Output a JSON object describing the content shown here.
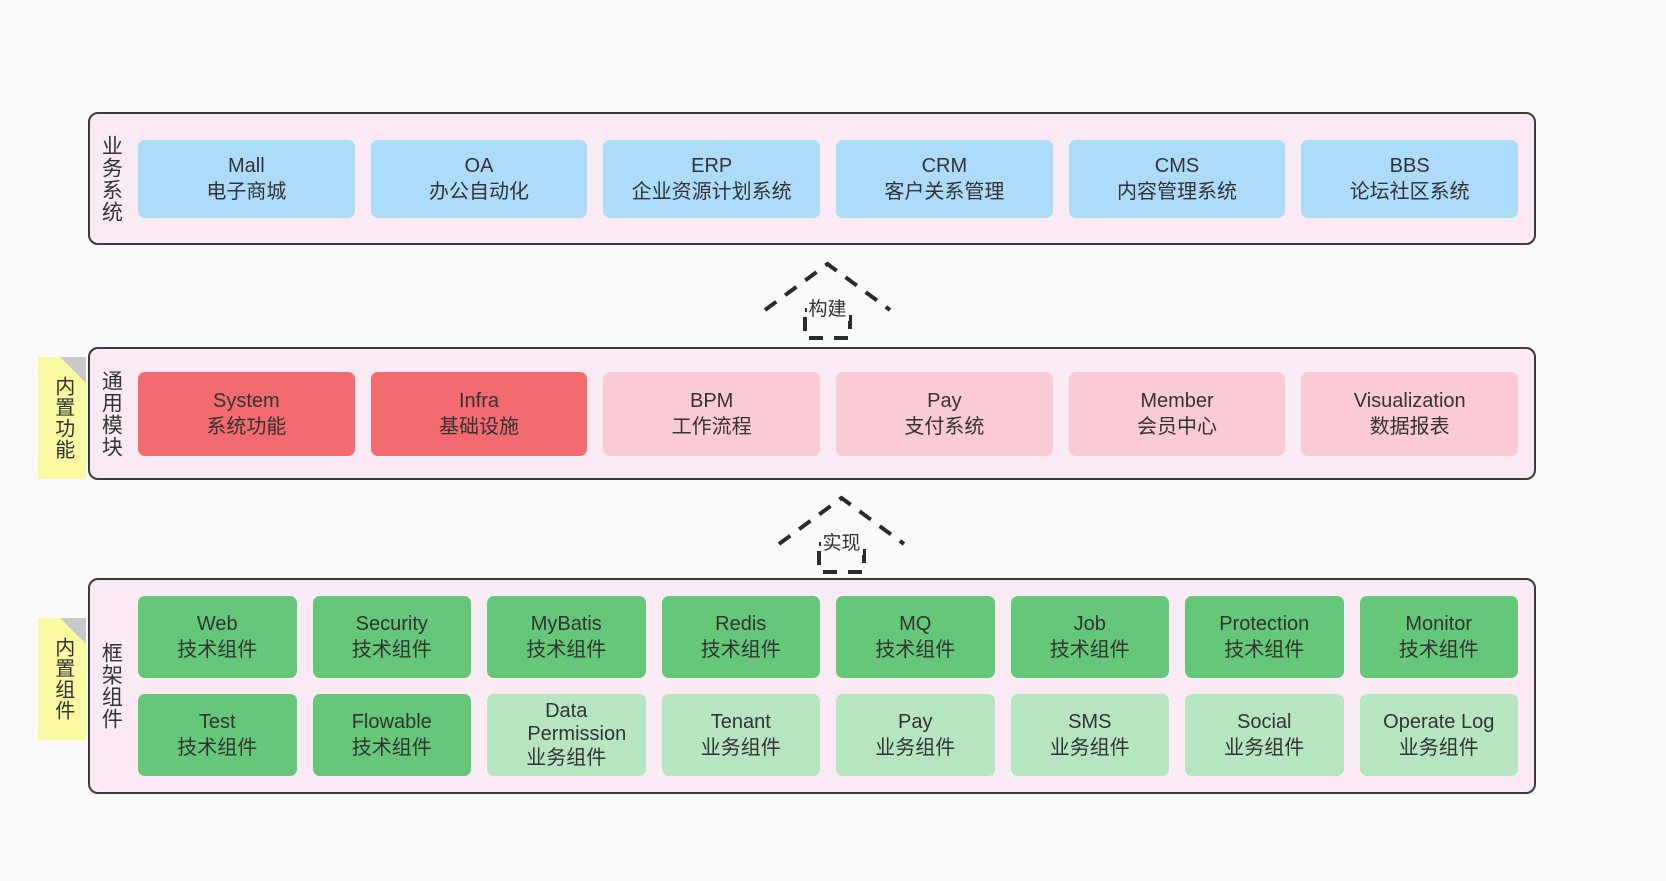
{
  "diagram": {
    "background_color": "#fafafa",
    "container_fill": "#faeaf4",
    "container_border": "#3b3b3b"
  },
  "layers": [
    {
      "key": "business",
      "title": "业务系统",
      "card_color": "#ADDCFB",
      "rows": [
        [
          {
            "en": "Mall",
            "cn": "电子商城",
            "style": "blue"
          },
          {
            "en": "OA",
            "cn": "办公自动化",
            "style": "blue"
          },
          {
            "en": "ERP",
            "cn": "企业资源计划系统",
            "style": "blue"
          },
          {
            "en": "CRM",
            "cn": "客户关系管理",
            "style": "blue"
          },
          {
            "en": "CMS",
            "cn": "内容管理系统",
            "style": "blue"
          },
          {
            "en": "BBS",
            "cn": "论坛社区系统",
            "style": "blue"
          }
        ]
      ]
    },
    {
      "key": "modules",
      "title": "通用模块",
      "note": "内置功能",
      "rows": [
        [
          {
            "en": "System",
            "cn": "系统功能",
            "style": "red"
          },
          {
            "en": "Infra",
            "cn": "基础设施",
            "style": "red"
          },
          {
            "en": "BPM",
            "cn": "工作流程",
            "style": "pink"
          },
          {
            "en": "Pay",
            "cn": "支付系统",
            "style": "pink"
          },
          {
            "en": "Member",
            "cn": "会员中心",
            "style": "pink"
          },
          {
            "en": "Visualization",
            "cn": "数据报表",
            "style": "pink"
          }
        ]
      ]
    },
    {
      "key": "framework",
      "title": "框架组件",
      "note": "内置组件",
      "rows": [
        [
          {
            "en": "Web",
            "cn": "技术组件",
            "style": "green"
          },
          {
            "en": "Security",
            "cn": "技术组件",
            "style": "green"
          },
          {
            "en": "MyBatis",
            "cn": "技术组件",
            "style": "green"
          },
          {
            "en": "Redis",
            "cn": "技术组件",
            "style": "green"
          },
          {
            "en": "MQ",
            "cn": "技术组件",
            "style": "green"
          },
          {
            "en": "Job",
            "cn": "技术组件",
            "style": "green"
          },
          {
            "en": "Protection",
            "cn": "技术组件",
            "style": "green"
          },
          {
            "en": "Monitor",
            "cn": "技术组件",
            "style": "green"
          }
        ],
        [
          {
            "en": "Test",
            "cn": "技术组件",
            "style": "green"
          },
          {
            "en": "Flowable",
            "cn": "技术组件",
            "style": "green"
          },
          {
            "en": "Data Permission",
            "cn": "业务组件",
            "style": "lgreen"
          },
          {
            "en": "Tenant",
            "cn": "业务组件",
            "style": "lgreen"
          },
          {
            "en": "Pay",
            "cn": "业务组件",
            "style": "lgreen"
          },
          {
            "en": "SMS",
            "cn": "业务组件",
            "style": "lgreen"
          },
          {
            "en": "Social",
            "cn": "业务组件",
            "style": "lgreen"
          },
          {
            "en": "Operate Log",
            "cn": "业务组件",
            "style": "lgreen"
          }
        ]
      ]
    }
  ],
  "connectors": [
    {
      "key": "build",
      "label": "构建",
      "from": "modules",
      "to": "business"
    },
    {
      "key": "implement",
      "label": "实现",
      "from": "framework",
      "to": "modules"
    }
  ],
  "colors": {
    "blue": "#ADDCFB",
    "red": "#F36A6F",
    "pink": "#FBCBD5",
    "green": "#64C878",
    "light_green": "#B6E6BF",
    "note_yellow": "#FAF8A0",
    "note_fold": "#C9C9C9"
  }
}
